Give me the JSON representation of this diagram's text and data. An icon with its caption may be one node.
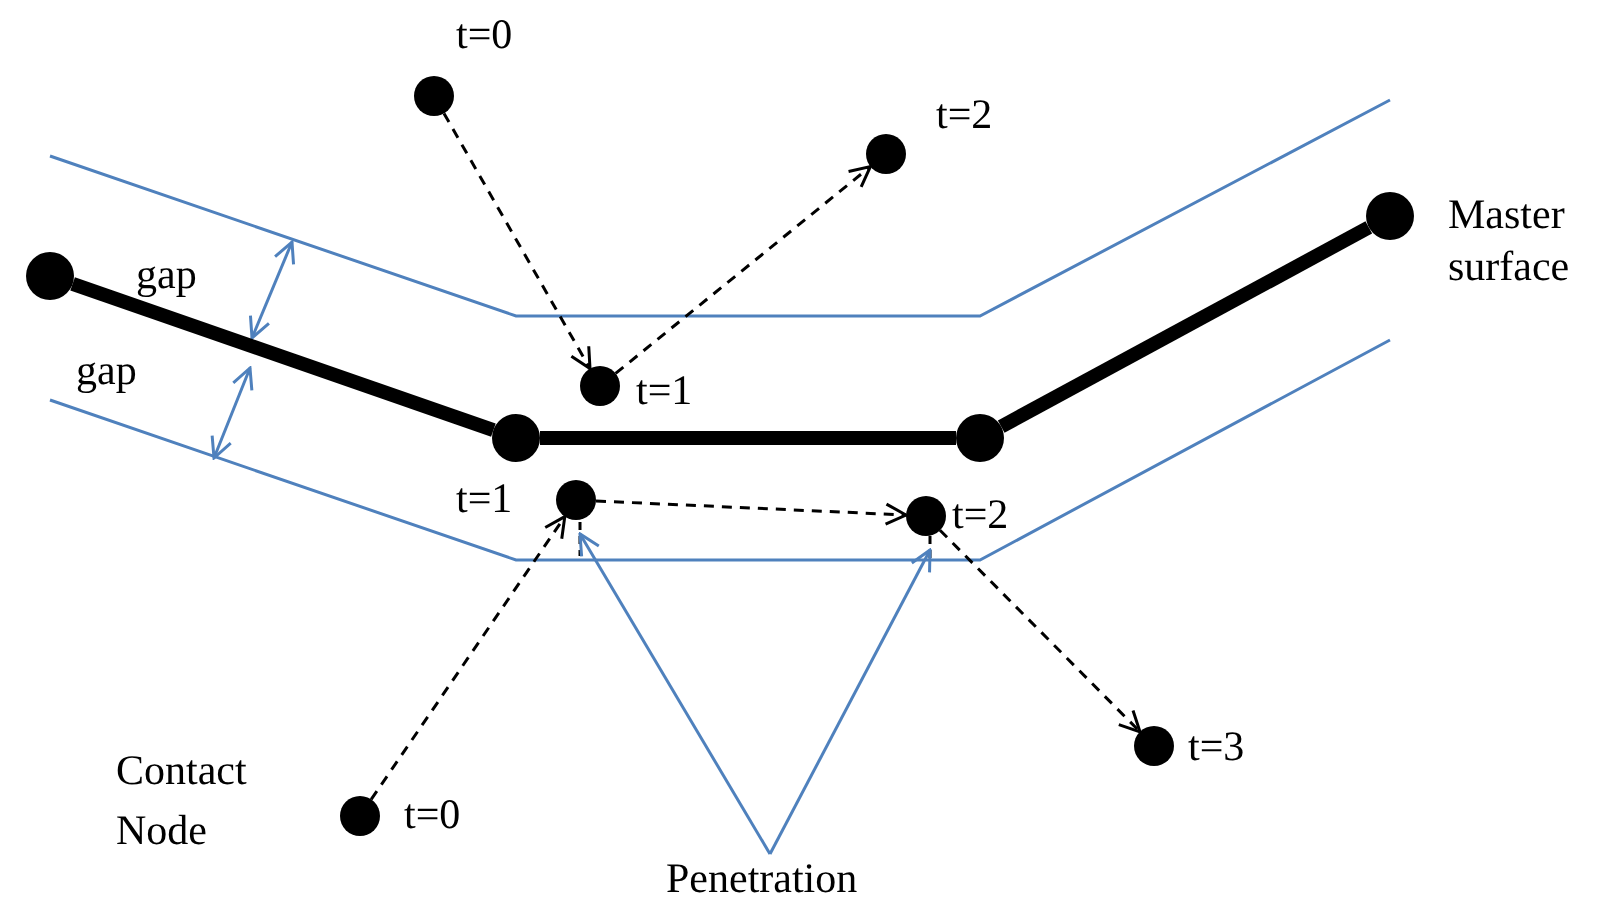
{
  "diagram": {
    "nodes": [
      {
        "text": [],
        "shape": "circle"
      },
      {
        "text": [],
        "shape": "circle"
      },
      {
        "text": [],
        "shape": "circle"
      },
      {
        "text": [],
        "shape": "circle",
        "beside": [
          "Master surface"
        ]
      },
      {
        "text": [],
        "shape": "circle",
        "beside": [
          "t=0"
        ]
      },
      {
        "text": [],
        "shape": "circle",
        "beside": [
          "t=1"
        ]
      },
      {
        "text": [],
        "shape": "circle",
        "beside": [
          "t=2"
        ]
      },
      {
        "text": [],
        "shape": "circle",
        "beside": [
          "t=0"
        ]
      },
      {
        "text": [],
        "shape": "circle",
        "beside": [
          "t=1"
        ]
      },
      {
        "text": [],
        "shape": "circle",
        "beside": [
          "t=2"
        ]
      },
      {
        "text": [],
        "shape": "circle",
        "beside": [
          "t=3"
        ]
      },
      {
        "text": [
          "Penetration"
        ]
      }
    ],
    "edges": [
      {
        "from": 0,
        "to": 1,
        "arrow": "none",
        "style": "thick"
      },
      {
        "from": 1,
        "to": 2,
        "arrow": "none",
        "style": "thick"
      },
      {
        "from": 2,
        "to": 3,
        "arrow": "none",
        "style": "thick"
      },
      {
        "from": 4,
        "to": 5,
        "arrow": "to",
        "style": "dashed"
      },
      {
        "from": 5,
        "to": 6,
        "arrow": "to",
        "style": "dashed"
      },
      {
        "from": 7,
        "to": 8,
        "arrow": "to",
        "style": "dashed"
      },
      {
        "from": 8,
        "to": 9,
        "arrow": "to",
        "style": "dashed"
      },
      {
        "from": 9,
        "to": 10,
        "arrow": "to",
        "style": "dashed"
      },
      {
        "from": 11,
        "to": 8,
        "arrow": "to",
        "color": "#4f81bd"
      },
      {
        "from": 11,
        "to": 9,
        "arrow": "to",
        "color": "#4f81bd"
      }
    ],
    "labels": [
      "gap",
      "gap",
      "Contact Node"
    ]
  }
}
